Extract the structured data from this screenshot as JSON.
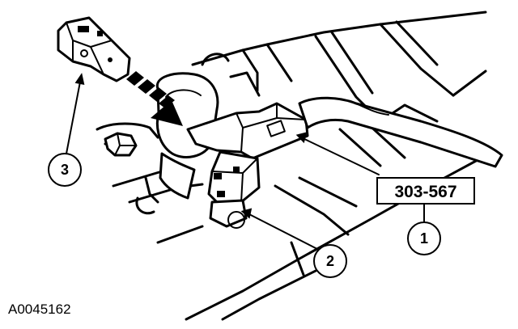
{
  "callouts": {
    "one": "1",
    "two": "2",
    "three": "3"
  },
  "tool_number": "303-567",
  "figure_id": "A0045162",
  "icons": [
    "rocker-arm-icon",
    "valve-spring-compressor-icon",
    "camshaft-icon",
    "installation-arrow-icon"
  ],
  "colors": {
    "ink": "#000000",
    "paper": "#ffffff"
  }
}
